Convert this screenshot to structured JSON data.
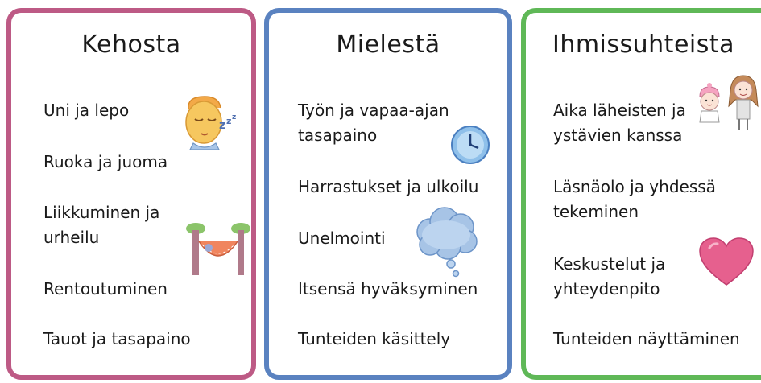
{
  "cards": [
    {
      "title": "Kehosta",
      "color": "#bd5a85",
      "items": [
        "Uni ja lepo",
        "Ruoka ja juoma",
        "Liikkuminen ja\nurheilu",
        "Rentoutuminen",
        "Tauot ja tasapaino"
      ],
      "icons": [
        "sleeping-face-icon",
        "hammock-icon"
      ]
    },
    {
      "title": "Mielestä",
      "color": "#5a82c0",
      "items": [
        "Työn ja vapaa-ajan\ntasapaino",
        "Harrastukset ja ulkoilu",
        "Unelmointi",
        "Itsensä hyväksyminen",
        "Tunteiden käsittely"
      ],
      "icons": [
        "clock-icon",
        "thought-cloud-icon"
      ]
    },
    {
      "title": "Ihmissuhteista",
      "color": "#5fb857",
      "items": [
        "Aika läheisten ja\nystävien kanssa",
        "Läsnäolo ja yhdessä\ntekeminen",
        "Keskustelut ja\nyhteydenpito",
        "Tunteiden näyttäminen"
      ],
      "icons": [
        "two-children-icon",
        "heart-icon"
      ]
    }
  ]
}
